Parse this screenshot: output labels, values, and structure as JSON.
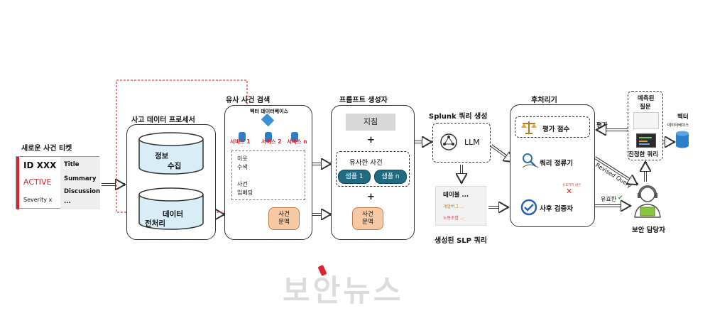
{
  "ticket": {
    "title": "새로운 사건 티켓",
    "id": "ID XXX",
    "status": "ACTIVE",
    "severity": "Severity x",
    "fields": [
      "Title",
      "Summary",
      "Discussion",
      "..."
    ]
  },
  "stage1": {
    "title": "사고 데이터 프로세서",
    "top_cylinder_line1": "정보",
    "top_cylinder_line2": "수집",
    "bottom_cylinder_line1": "데이터",
    "bottom_cylinder_line2": "전처리"
  },
  "stage2": {
    "title": "유사 사건 검색",
    "vector_db": "벡터 데이터베이스",
    "service1": "서비스 1",
    "service2": "서비스 2",
    "service_n": "서비스 n",
    "side_label1_line1": "이웃",
    "side_label1_line2": "수색",
    "side_label2_line1": "사건",
    "side_label2_line2": "임베딩",
    "context_line1": "사건",
    "context_line2": "문맥"
  },
  "stage3": {
    "title": "프롬프트 생성자",
    "instructions": "지침",
    "plus": "+",
    "similar_cases": "유사한 사건",
    "sample1": "샘플 1",
    "sample_n": "샘플 n",
    "context_line1": "사건",
    "context_line2": "문맥"
  },
  "stage4": {
    "title": "Splunk 쿼리 생성",
    "llm": "LLM",
    "query_text1": "테이블 ...",
    "query_text2": "개발버그 ...",
    "query_text3": "노동조합 ...",
    "output_label": "생성된 SLP 쿼리"
  },
  "stage5": {
    "title": "후처리기",
    "eval_score": "평가 점수",
    "query_refiner": "쿼리 정류기",
    "post_validator": "사후 검증자",
    "validator_note": "유효하지 않은"
  },
  "right": {
    "predicted_q_line1": "예측된",
    "predicted_q_line2": "질문",
    "genuine_query": "진정한 쿼리",
    "vector_db_line1": "벡터",
    "vector_db_line2": "데이터베이스",
    "eval_edge": "평가",
    "revised_query": "Revised Query",
    "valid_label": "유효한",
    "analyst": "보안 담당자"
  },
  "watermark": "보안뉴스",
  "colors": {
    "ticket_red": "#d9262e",
    "sample_teal": "#1f6b80",
    "context_orange": "#f6c9a4",
    "cylinder_blue": "#d9edf7",
    "dashed_red": "#e03a3a"
  }
}
